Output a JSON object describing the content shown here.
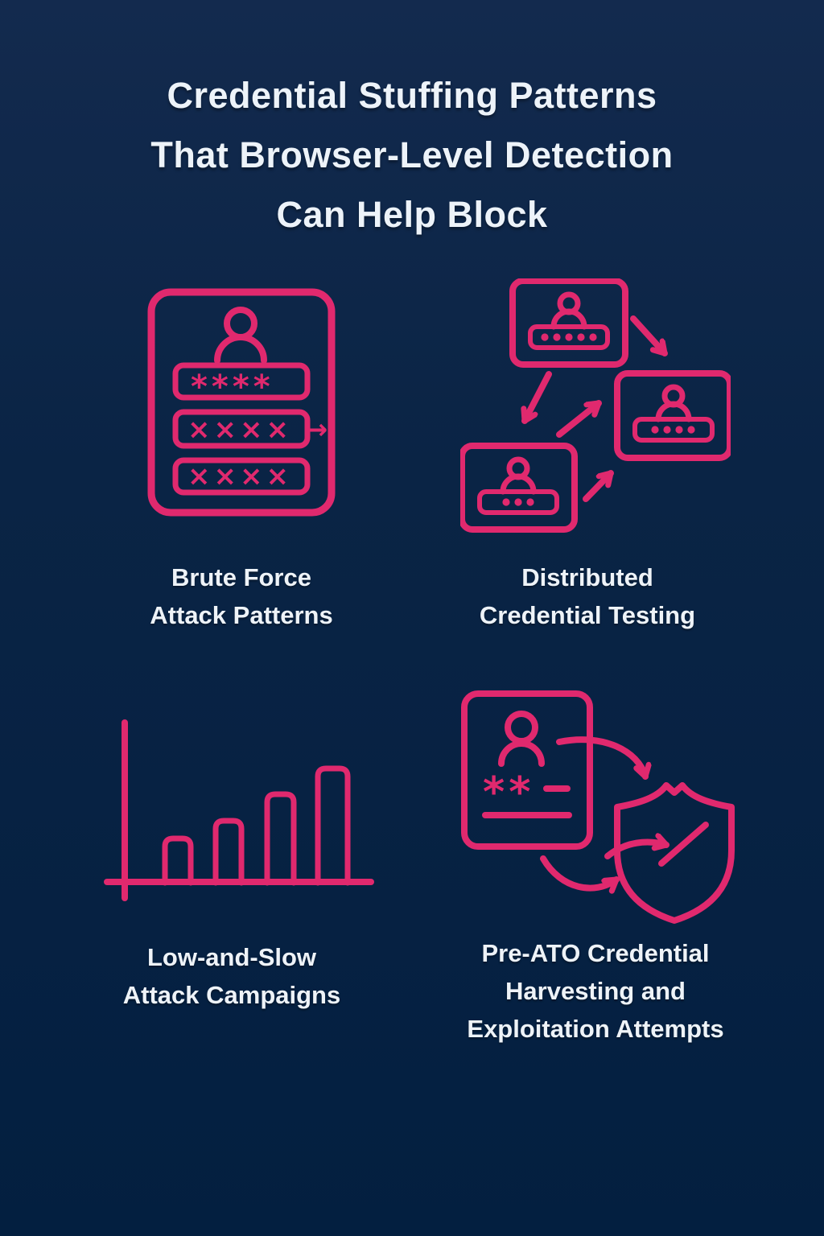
{
  "colors": {
    "background_top": "#132a4e",
    "background_bottom": "#031f40",
    "accent_pink": "#e0296e",
    "text_white": "#eef3f8"
  },
  "title": {
    "lines": [
      "Credential Stuffing Patterns",
      "That Browser-Level Detection",
      "Can Help Block"
    ]
  },
  "sections": [
    {
      "id": "brute-force",
      "icon": "login-form-password-attempts-icon",
      "label_lines": [
        "Brute Force",
        "Attack Patterns"
      ],
      "password_fields": [
        "****",
        "×××× →",
        "××××"
      ]
    },
    {
      "id": "distributed",
      "icon": "linked-login-cards-arrows-icon",
      "label_lines": [
        "Distributed",
        "Credential Testing"
      ],
      "card_dot_counts": [
        5,
        4,
        3
      ]
    },
    {
      "id": "low-and-slow",
      "icon": "rising-bar-chart-icon",
      "label_lines": [
        "Low-and-Slow",
        "Attack Campaigns"
      ]
    },
    {
      "id": "pre-ato",
      "icon": "credential-card-shield-arrows-icon",
      "label_lines": [
        "Pre-ATO Credential",
        "Harvesting and",
        "Exploitation Attempts"
      ],
      "card_text": "**"
    }
  ]
}
